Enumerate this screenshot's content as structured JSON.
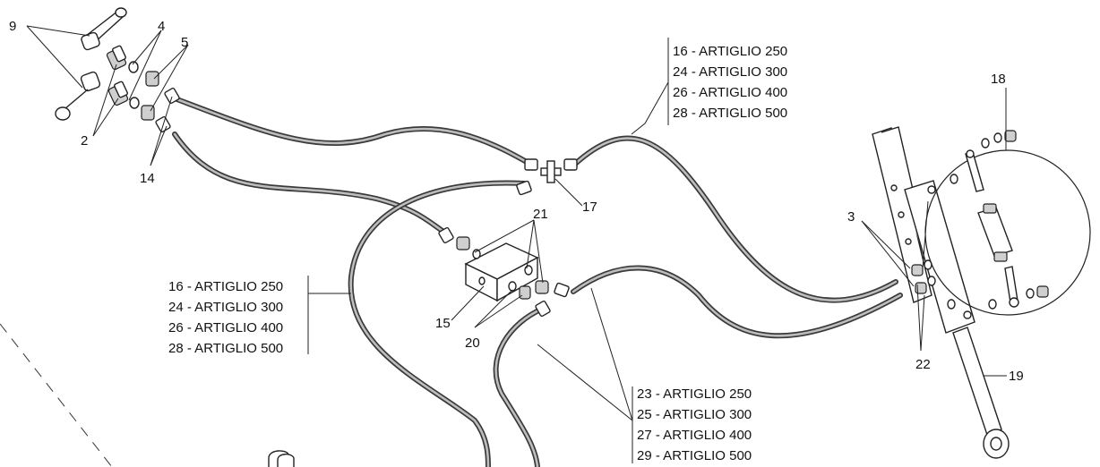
{
  "callouts": {
    "c2": "2",
    "c3": "3",
    "c4": "4",
    "c5": "5",
    "c9": "9",
    "c14": "14",
    "c15": "15",
    "c17": "17",
    "c18": "18",
    "c19": "19",
    "c20": "20",
    "c21": "21",
    "c22": "22"
  },
  "label_groups": {
    "top_right": [
      "16 - ARTIGLIO 250",
      "24 - ARTIGLIO 300",
      "26 - ARTIGLIO 400",
      "28 - ARTIGLIO 500"
    ],
    "middle_left": [
      "16 - ARTIGLIO 250",
      "24 - ARTIGLIO 300",
      "26 - ARTIGLIO 400",
      "28 - ARTIGLIO 500"
    ],
    "bottom_center": [
      "23 - ARTIGLIO 250",
      "25 - ARTIGLIO 300",
      "27 - ARTIGLIO 400",
      "29 - ARTIGLIO 500"
    ]
  }
}
